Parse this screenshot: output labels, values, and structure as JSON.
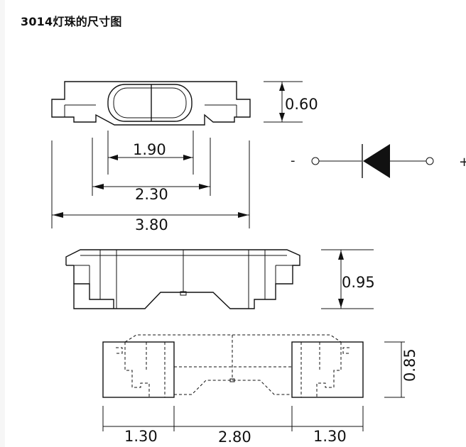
{
  "title": "3014灯珠的尺寸图",
  "top_view": {
    "height_label": "0.60",
    "lens_width_label": "1.90",
    "body_width_label": "2.30",
    "total_length_label": "3.80"
  },
  "diode_symbol": {
    "minus_label": "-",
    "plus_label": "+"
  },
  "side_view": {
    "height_label": "0.95"
  },
  "bottom_view": {
    "depth_label": "0.85",
    "pad_left_label": "1.30",
    "gap_label": "2.80",
    "pad_right_label": "1.30"
  }
}
